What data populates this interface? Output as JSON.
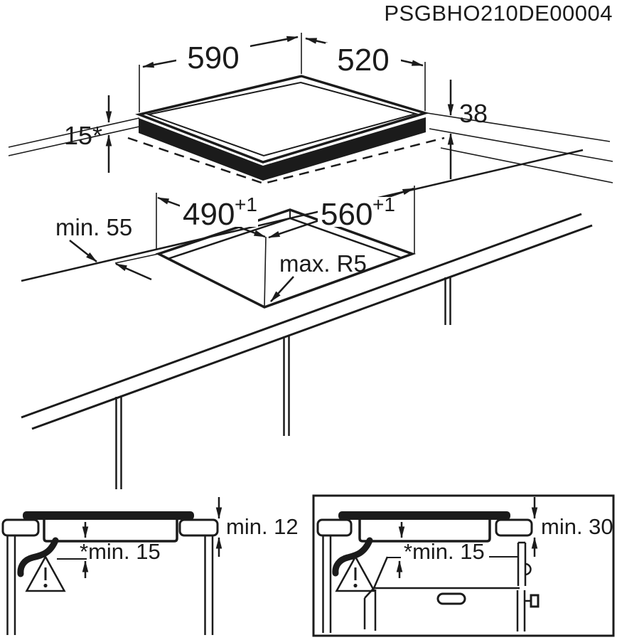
{
  "title": "PSGBHO210DE00004",
  "top_view": {
    "width_mm": "590",
    "depth_mm": "520",
    "height_mm": "38",
    "glass_overlap_mm": "15*"
  },
  "cutout_view": {
    "cut_width": "490",
    "cut_width_tolerance": "+1",
    "cut_depth": "560",
    "cut_depth_tolerance": "+1",
    "rear_clearance": "min. 55",
    "corner_radius": "max. R5"
  },
  "section_drawer": {
    "worktop_thickness": "min. 12",
    "bottom_clearance": "*min. 15"
  },
  "section_oven": {
    "worktop_thickness": "min. 30",
    "bottom_clearance": "*min. 15"
  },
  "icons": {
    "warning": "exclamation-triangle"
  },
  "colors": {
    "ink": "#1b1b1b",
    "paper": "#ffffff"
  }
}
